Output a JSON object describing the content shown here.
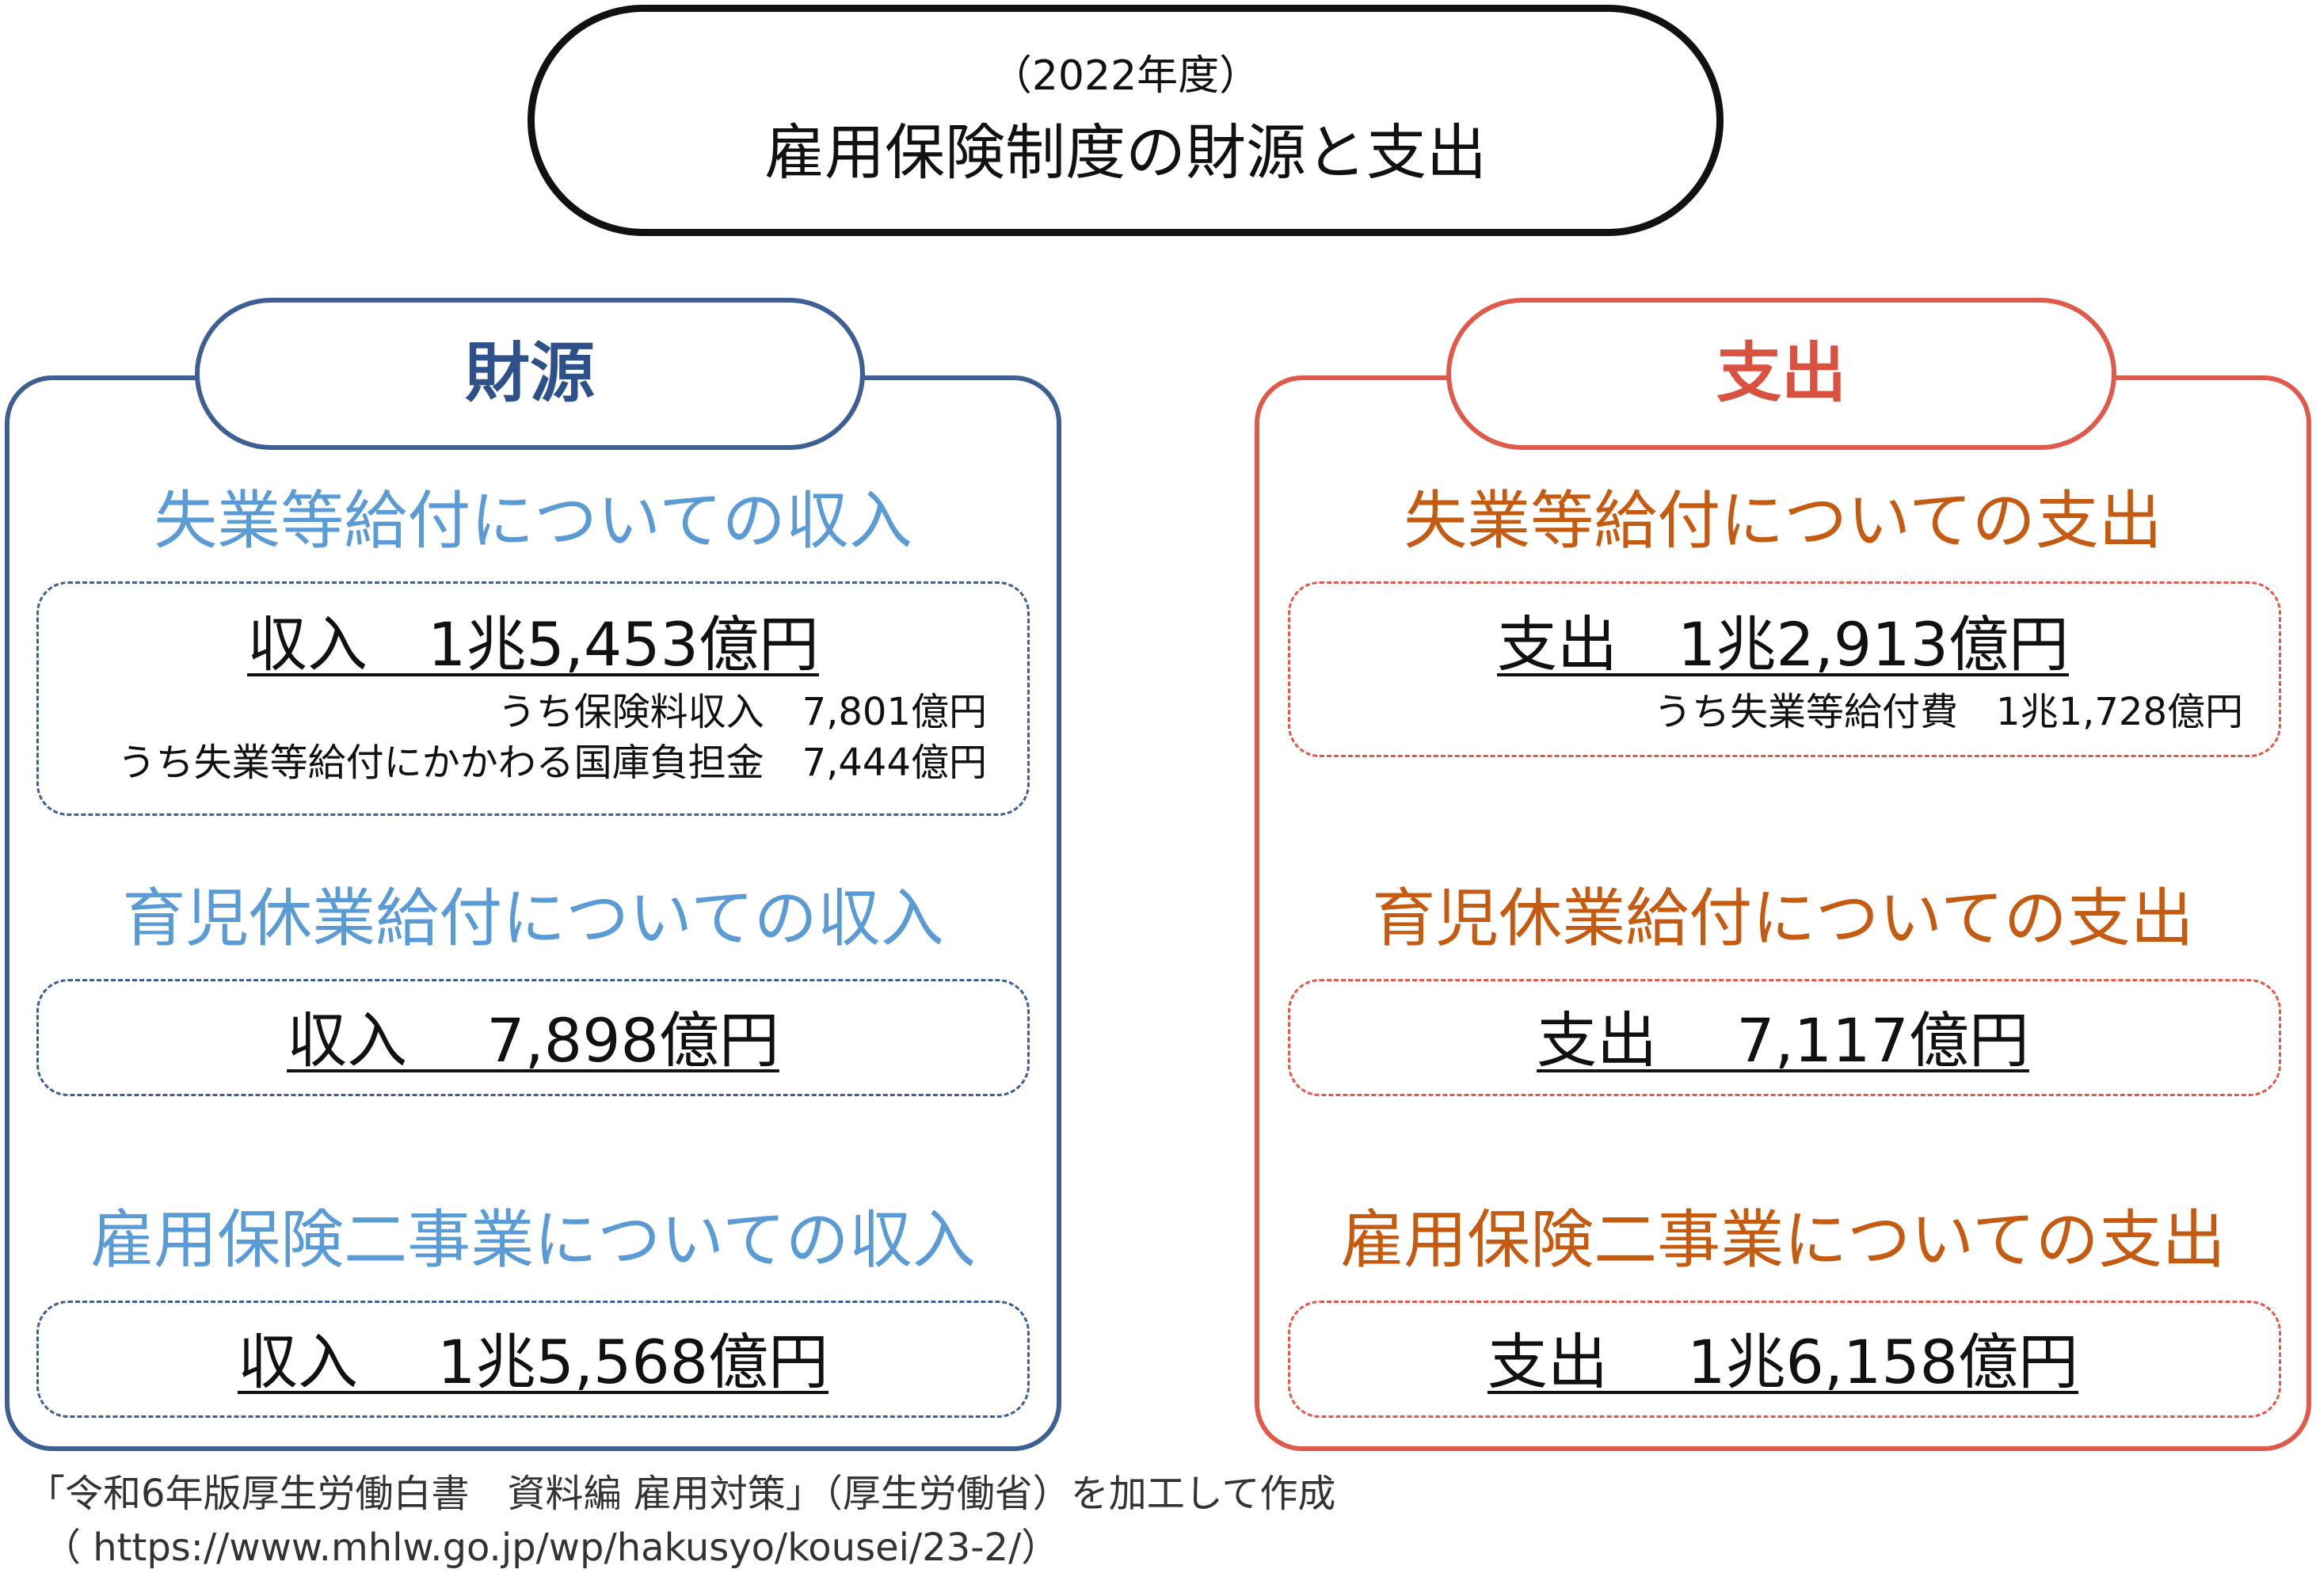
{
  "title": {
    "year": "（2022年度）",
    "main": "雇用保険制度の財源と支出"
  },
  "left": {
    "header": "財源",
    "sections": [
      {
        "title": "失業等給付についての収入",
        "amount": "収入　1兆5,453億円",
        "notes": [
          "うち保険料収入　7,801億円",
          "うち失業等給付にかかわる国庫負担金　7,444億円"
        ]
      },
      {
        "title": "育児休業給付についての収入",
        "amount": "収入　 7,898億円"
      },
      {
        "title": "雇用保険二事業についての収入",
        "amount": "収入　 1兆5,568億円"
      }
    ]
  },
  "right": {
    "header": "支出",
    "sections": [
      {
        "title": "失業等給付についての支出",
        "amount": "支出　1兆2,913億円",
        "notes": [
          "うち失業等給付費　1兆1,728億円"
        ]
      },
      {
        "title": "育児休業給付についての支出",
        "amount": "支出　 7,117億円"
      },
      {
        "title": "雇用保険二事業についての支出",
        "amount": "支出　 1兆6,158億円"
      }
    ]
  },
  "colors": {
    "left_border": "#3e5f93",
    "left_text": "#5b9bd5",
    "right_border": "#e05a4b",
    "right_text": "#c55a11"
  },
  "source": {
    "line1": "「令和6年版厚生労働白書　資料編 雇用対策」（厚生労働省）を加工して作成",
    "line2": "（ https://www.mhlw.go.jp/wp/hakusyo/kousei/23-2/）"
  }
}
